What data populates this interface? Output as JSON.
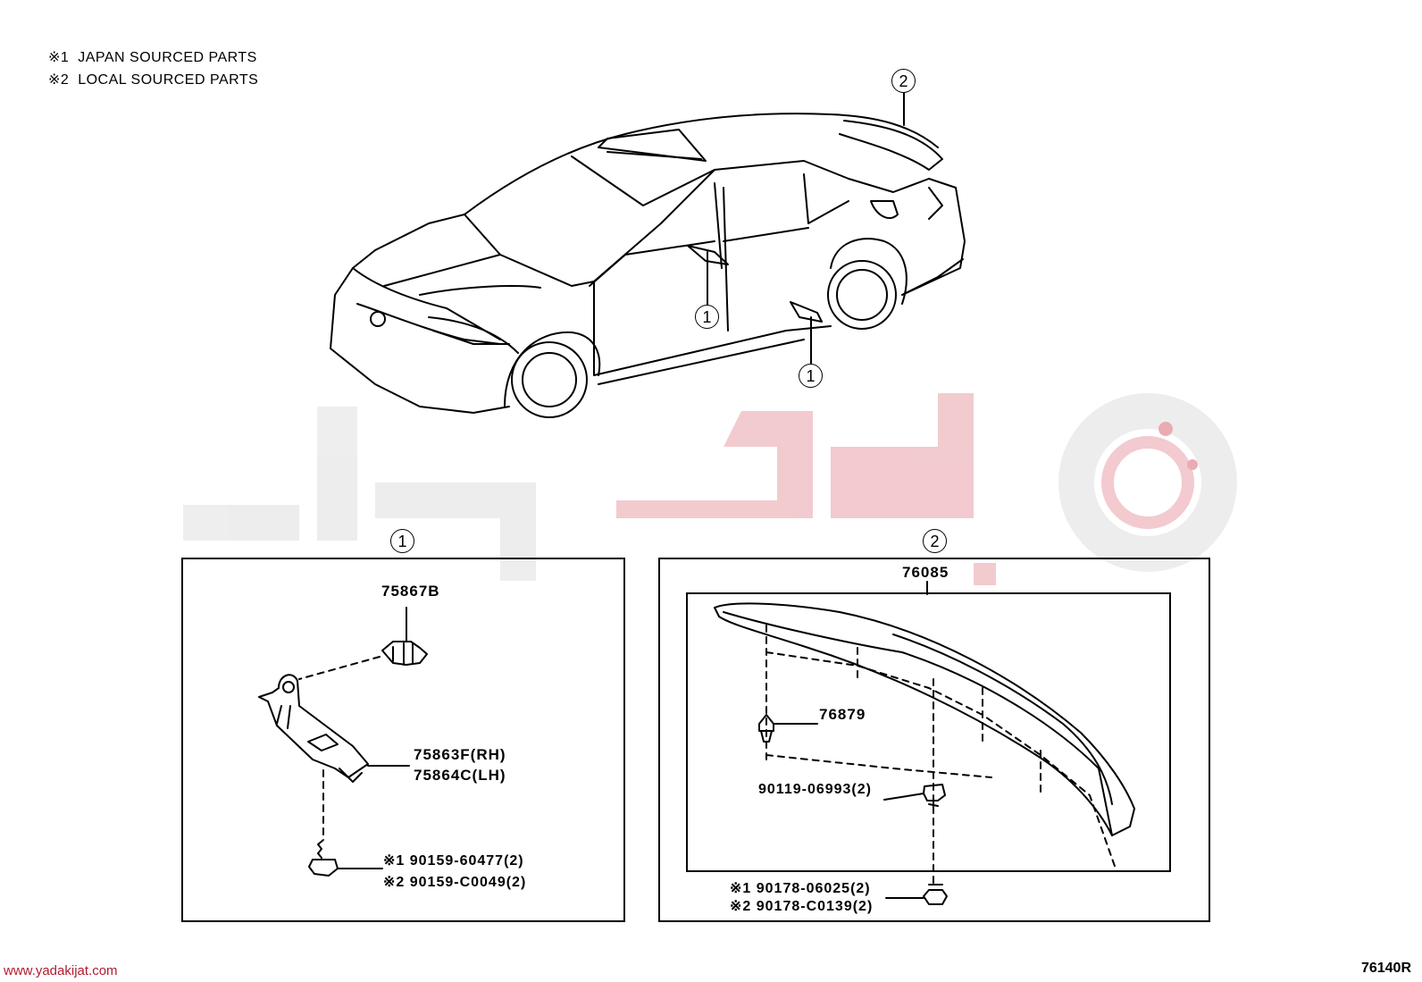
{
  "legend": [
    {
      "mark": "※1",
      "text": "JAPAN SOURCED PARTS"
    },
    {
      "mark": "※2",
      "text": "LOCAL SOURCED PARTS"
    }
  ],
  "callouts": {
    "one": "1",
    "two": "2"
  },
  "panel1": {
    "title": "1",
    "parts": {
      "clip": "75867B",
      "bracket_rh": "75863F(RH)",
      "bracket_lh": "75864C(LH)",
      "screw_jp": "※1 90159-60477(2)",
      "screw_local": "※2 90159-C0049(2)"
    }
  },
  "panel2": {
    "title": "2",
    "parts": {
      "spoiler": "76085",
      "clip": "76879",
      "grommet": "90119-06993(2)",
      "nut_jp": "※1 90178-06025(2)",
      "nut_local": "※2 90178-C0139(2)"
    }
  },
  "footer": {
    "url": "www.yadakijat.com",
    "code": "76140R"
  },
  "colors": {
    "watermark_red": "#e8a3ab",
    "watermark_gray": "#ececec",
    "url": "#b01c2e"
  }
}
